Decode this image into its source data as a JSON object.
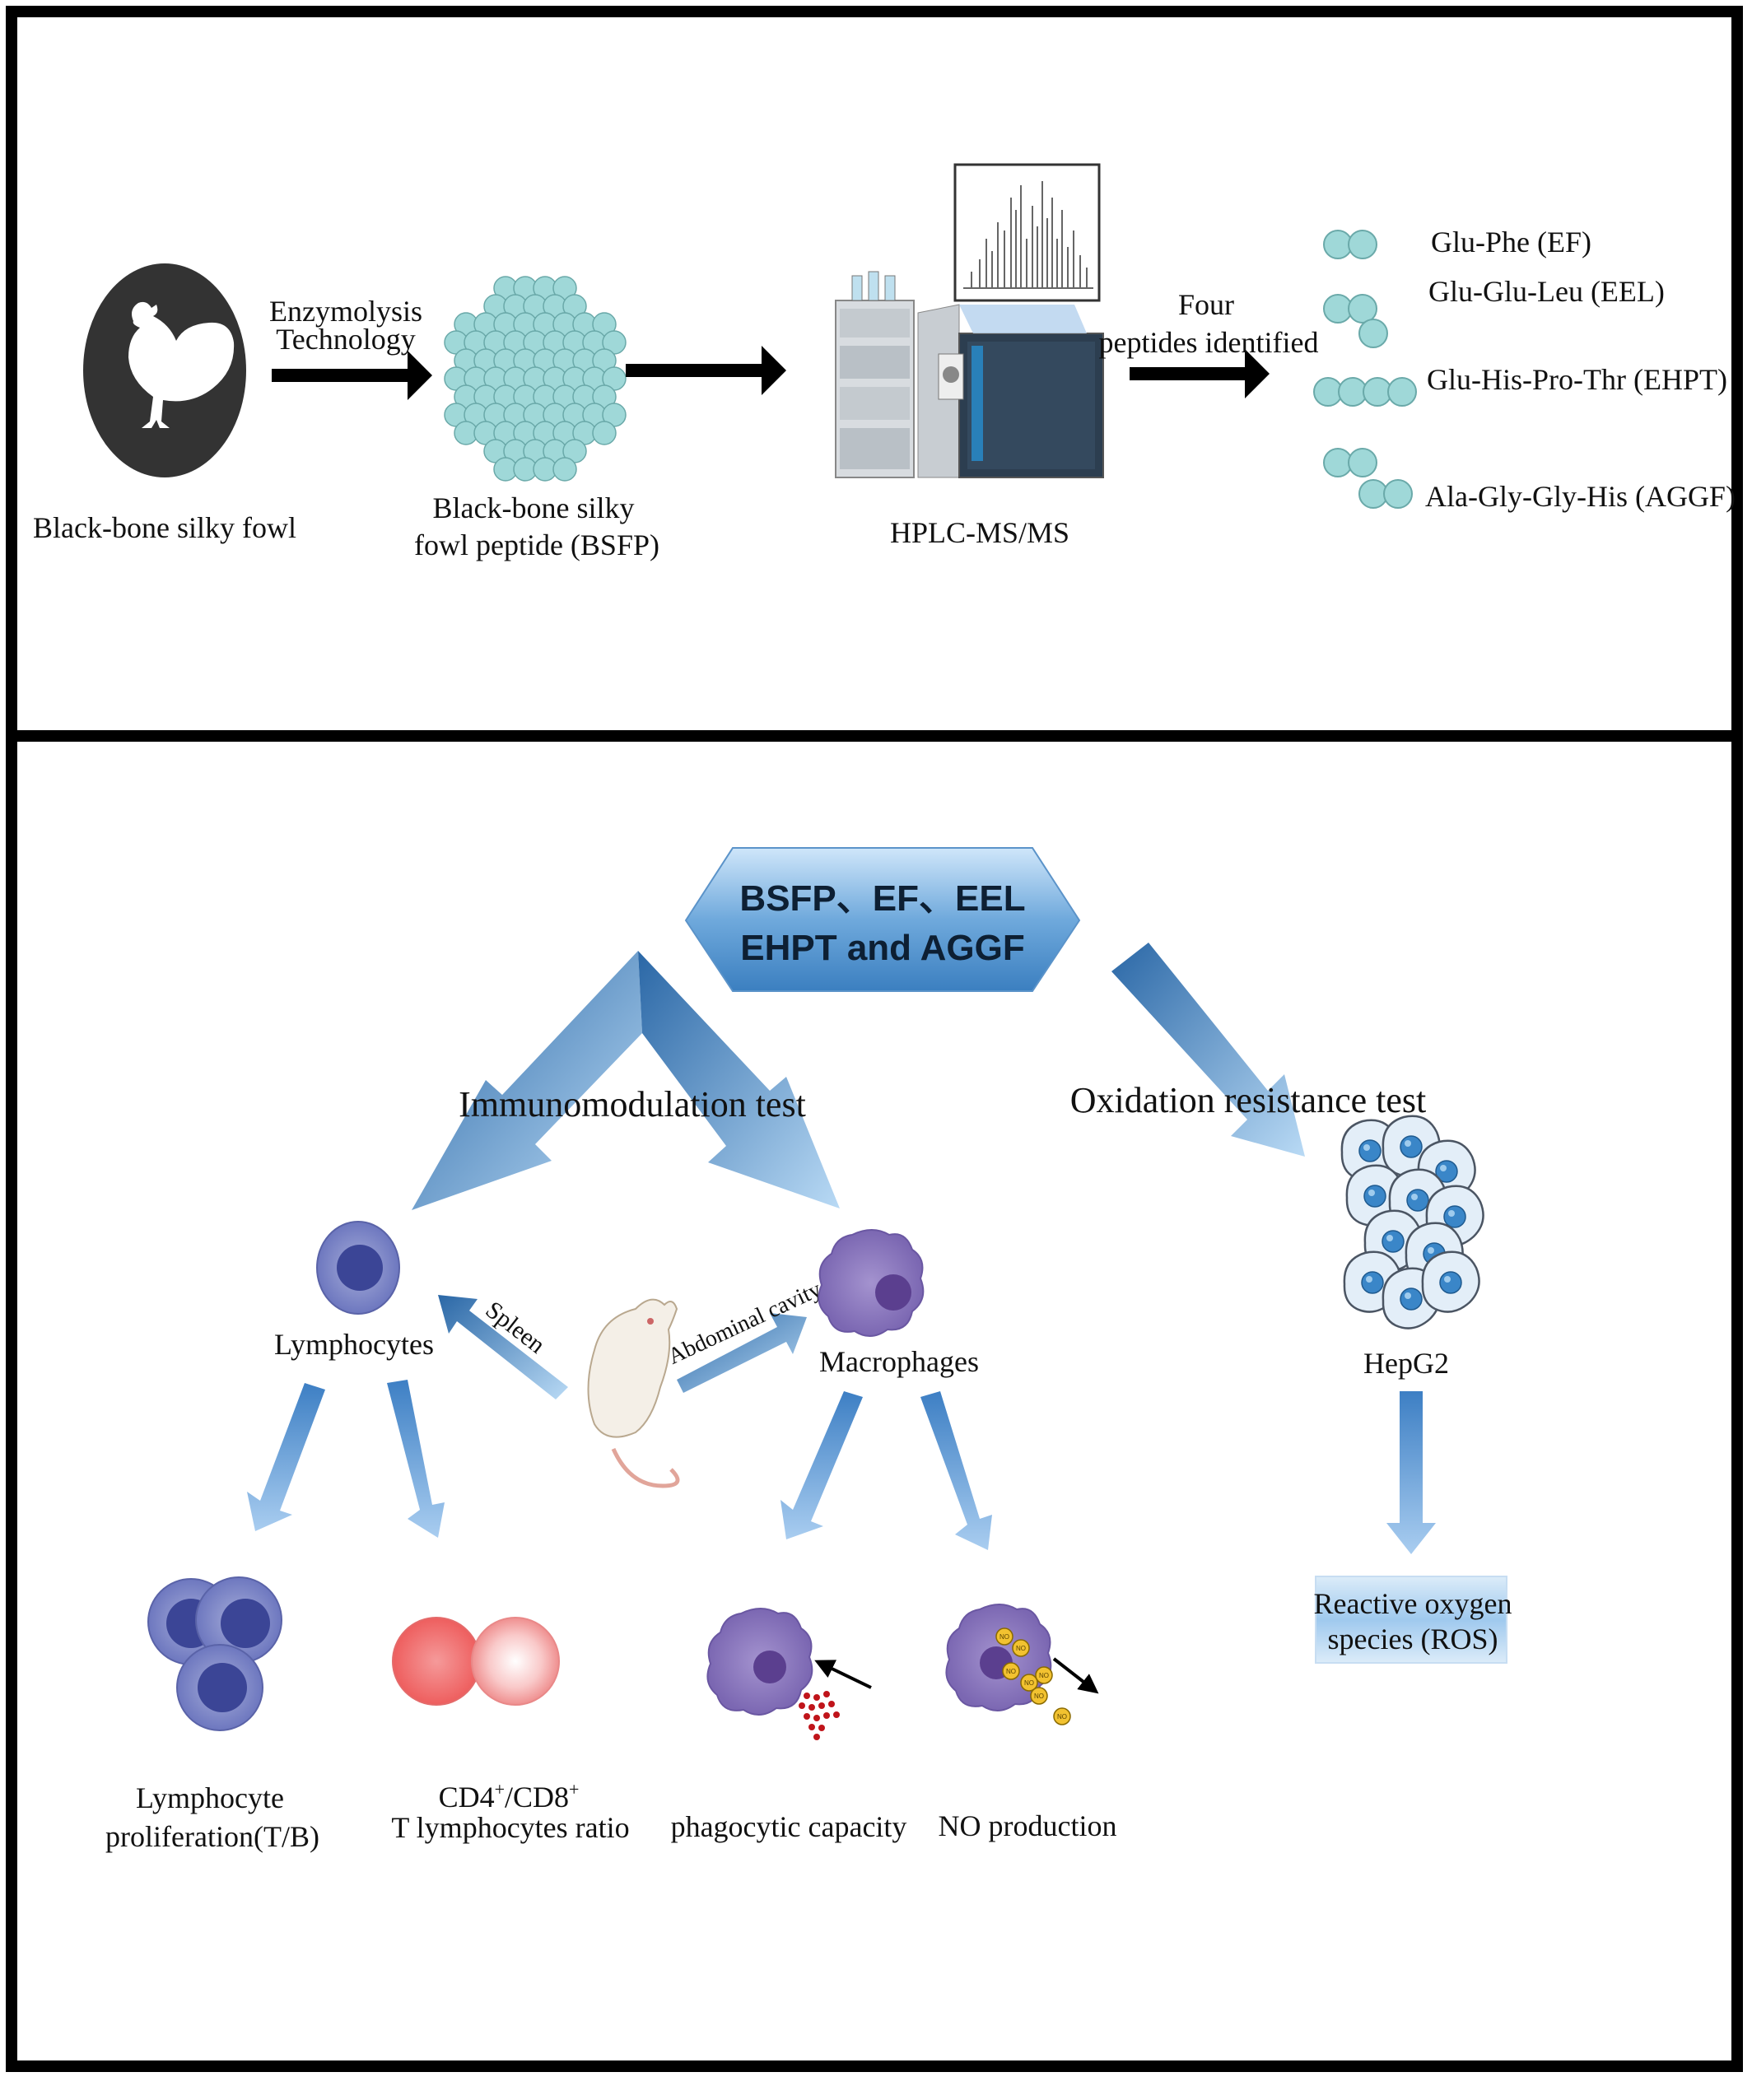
{
  "top_panel": {
    "source_label": "Black-bone silky fowl",
    "step1_label_line1": "Enzymolysis",
    "step1_label_line2": "Technology",
    "peptide_label_line1": "Black-bone silky",
    "peptide_label_line2": "fowl peptide (BSFP)",
    "instrument_label": "HPLC-MS/MS",
    "step3_label_line1": "Four",
    "step3_label_line2": "peptides identified",
    "peptides": [
      {
        "label": "Glu-Phe (EF)"
      },
      {
        "label": "Glu-Glu-Leu (EEL)"
      },
      {
        "label": "Glu-His-Pro-Thr (EHPT)"
      },
      {
        "label": "Ala-Gly-Gly-His (AGGF)"
      }
    ]
  },
  "bottom_panel": {
    "banner_line1": "BSFP、EF、EEL",
    "banner_line2": "EHPT and AGGF",
    "immuno_label": "Immunomodulation test",
    "oxidation_label": "Oxidation resistance test",
    "lymphocytes_label": "Lymphocytes",
    "spleen_label": "Spleen",
    "abdominal_label": "Abdominal cavity",
    "macrophages_label": "Macrophages",
    "hepg2_label": "HepG2",
    "ros_line1": "Reactive oxygen",
    "ros_line2": "species (ROS)",
    "outcomes": {
      "prolif_line1": "Lymphocyte",
      "prolif_line2": "proliferation(T/B)",
      "ratio_cd4": "CD4",
      "ratio_sup1": "+",
      "ratio_cd8": "/CD8",
      "ratio_sup2": "+",
      "ratio_line2": "T lymphocytes ratio",
      "phago_label": "phagocytic capacity",
      "no_label": "NO production",
      "no_marker": "NO"
    }
  },
  "colors": {
    "frame": "#000000",
    "arrow_blue": "#4f8fd0",
    "arrow_blue_light": "#a9cdf0",
    "peptide_bead": "#8fd3d3",
    "lymphocyte": "#7f88cc",
    "macrophage": "#8b78bf",
    "rbc": "#f07878",
    "hepg2_nucleus": "#3a86c8"
  }
}
